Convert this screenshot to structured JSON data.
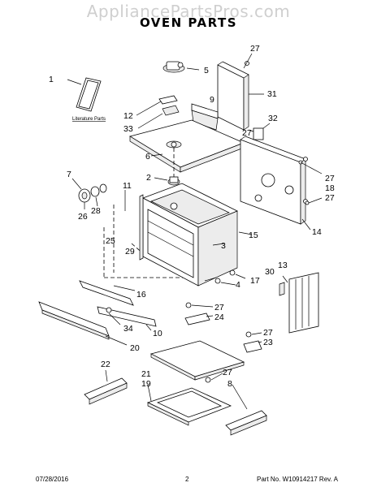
{
  "watermark": "AppliancePartsPros.com",
  "title": "OVEN PARTS",
  "literature_label": "Literature Parts",
  "callouts": [
    {
      "id": "c1",
      "text": "1"
    },
    {
      "id": "c5",
      "text": "5"
    },
    {
      "id": "c27a",
      "text": "27"
    },
    {
      "id": "c31",
      "text": "31"
    },
    {
      "id": "c9",
      "text": "9"
    },
    {
      "id": "c12",
      "text": "12"
    },
    {
      "id": "c33",
      "text": "33"
    },
    {
      "id": "c32",
      "text": "32"
    },
    {
      "id": "c27b",
      "text": "27"
    },
    {
      "id": "c6",
      "text": "6"
    },
    {
      "id": "c7",
      "text": "7"
    },
    {
      "id": "c2",
      "text": "2"
    },
    {
      "id": "c11",
      "text": "11"
    },
    {
      "id": "c27c",
      "text": "27"
    },
    {
      "id": "c18",
      "text": "18"
    },
    {
      "id": "c27d",
      "text": "27"
    },
    {
      "id": "c26",
      "text": "26"
    },
    {
      "id": "c28",
      "text": "28"
    },
    {
      "id": "c25",
      "text": "25"
    },
    {
      "id": "c15",
      "text": "15"
    },
    {
      "id": "c14",
      "text": "14"
    },
    {
      "id": "c3",
      "text": "3"
    },
    {
      "id": "c29",
      "text": "29"
    },
    {
      "id": "c4",
      "text": "4"
    },
    {
      "id": "c17",
      "text": "17"
    },
    {
      "id": "c30",
      "text": "30"
    },
    {
      "id": "c13",
      "text": "13"
    },
    {
      "id": "c16",
      "text": "16"
    },
    {
      "id": "c27e",
      "text": "27"
    },
    {
      "id": "c24",
      "text": "24"
    },
    {
      "id": "c34",
      "text": "34"
    },
    {
      "id": "c10",
      "text": "10"
    },
    {
      "id": "c20",
      "text": "20"
    },
    {
      "id": "c27f",
      "text": "27"
    },
    {
      "id": "c23",
      "text": "23"
    },
    {
      "id": "c22",
      "text": "22"
    },
    {
      "id": "c21",
      "text": "21"
    },
    {
      "id": "c27g",
      "text": "27"
    },
    {
      "id": "c19",
      "text": "19"
    },
    {
      "id": "c8",
      "text": "8"
    }
  ],
  "footer": {
    "date": "07/28/2016",
    "page": "2",
    "part_no": "Part No.  W10914217  Rev. A"
  }
}
